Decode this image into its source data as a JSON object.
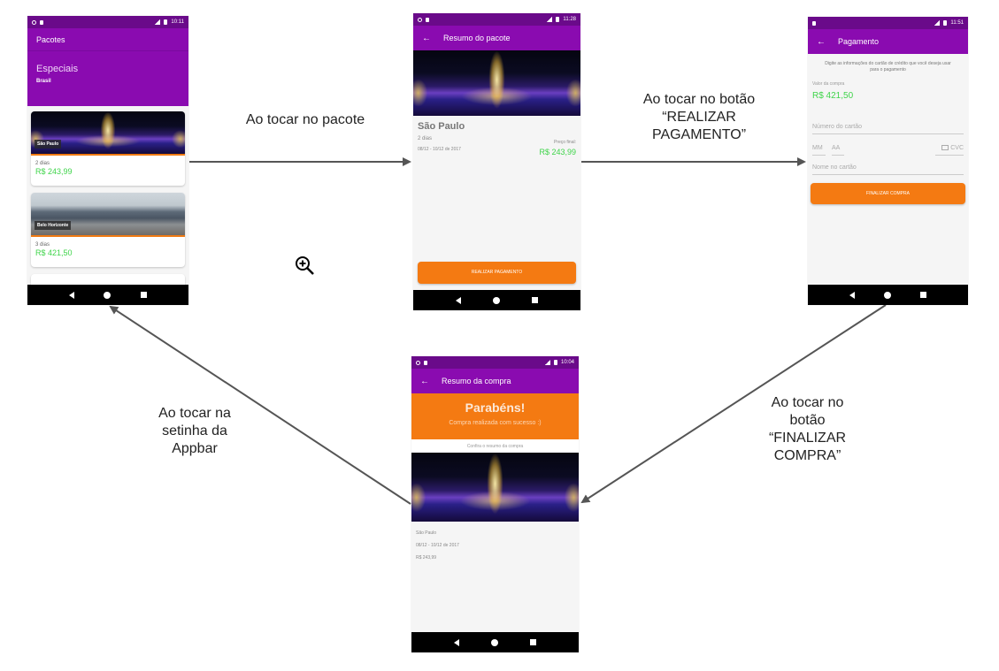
{
  "colors": {
    "appbar": "#8a0bb0",
    "statusbar": "#6a0a8a",
    "accent_orange": "#f47a12",
    "price_green": "#3fd44a",
    "arrow": "#555555"
  },
  "screens": {
    "pacotes": {
      "status_time": "10:11",
      "appbar_title": "Pacotes",
      "header_title": "Especiais",
      "header_subtitle": "Brasil",
      "cards": [
        {
          "city": "São Paulo",
          "days": "2 dias",
          "price": "R$ 243,99",
          "image": "night-fountain-image"
        },
        {
          "city": "Belo Horizonte",
          "days": "3 dias",
          "price": "R$ 421,50",
          "image": "city-mountains-image"
        }
      ]
    },
    "resumo_pacote": {
      "status_time": "11:28",
      "appbar_title": "Resumo do pacote",
      "city": "São Paulo",
      "days": "2 dias",
      "dates": "08/12 - 10/12 de 2017",
      "price_label": "Preço final:",
      "price": "R$ 243,99",
      "button_label": "REALIZAR PAGAMENTO"
    },
    "pagamento": {
      "status_time": "11:51",
      "appbar_title": "Pagamento",
      "instructions": "Digite as informações do cartão de crédito que você deseja usar para o pagamento",
      "amount_label": "Valor da compra",
      "amount": "R$ 421,50",
      "card_number_placeholder": "Número do cartão",
      "month_placeholder": "MM",
      "year_placeholder": "AA",
      "cvc_placeholder": "CVC",
      "name_placeholder": "Nome no cartão",
      "button_label": "FINALIZAR COMPRA"
    },
    "resumo_compra": {
      "status_time": "10:04",
      "appbar_title": "Resumo da compra",
      "banner_title": "Parabéns!",
      "banner_subtitle": "Compra realizada com sucesso :)",
      "summary_hint": "Confira o resumo da compra",
      "city": "São Paulo",
      "dates": "08/12 - 10/12 de 2017",
      "price": "R$ 243,99"
    }
  },
  "transitions": {
    "to_resumo_pacote": "Ao tocar no pacote",
    "to_pagamento": [
      "Ao tocar no botão",
      "“REALIZAR",
      "PAGAMENTO”"
    ],
    "to_resumo_compra": [
      "Ao tocar no",
      "botão",
      "“FINALIZAR",
      "COMPRA”"
    ],
    "back_to_pacotes": [
      "Ao tocar na",
      "setinha da",
      "Appbar"
    ]
  },
  "cursor": {
    "icon": "zoom-in-cursor-icon"
  }
}
